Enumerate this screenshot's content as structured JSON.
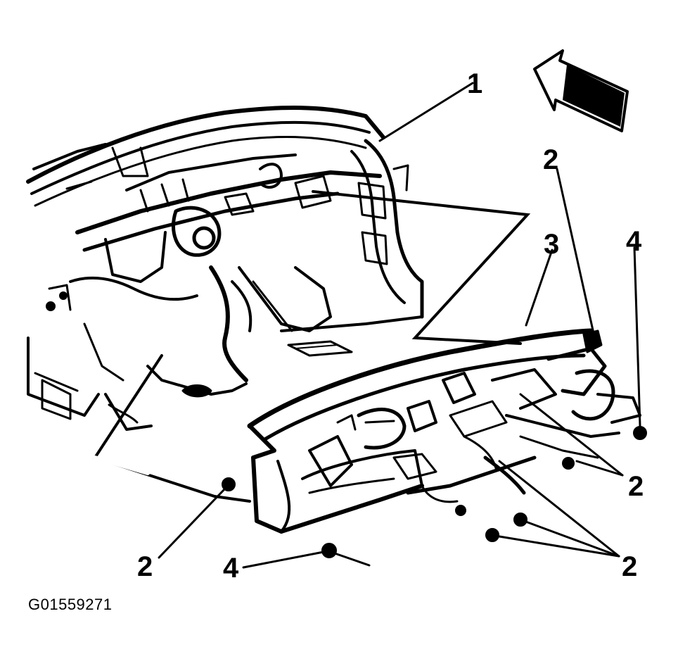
{
  "diagram": {
    "figure_id": "G01559271",
    "callouts": [
      {
        "id": "c1",
        "text": "1"
      },
      {
        "id": "c2a",
        "text": "2"
      },
      {
        "id": "c3",
        "text": "3"
      },
      {
        "id": "c4a",
        "text": "4"
      },
      {
        "id": "c2b",
        "text": "2"
      },
      {
        "id": "c2c",
        "text": "2"
      },
      {
        "id": "c2d",
        "text": "2"
      },
      {
        "id": "c4b",
        "text": "4"
      }
    ],
    "ink_color": "#000000",
    "paper_color": "#ffffff",
    "arrow_icon": "front-direction-arrow-icon"
  }
}
